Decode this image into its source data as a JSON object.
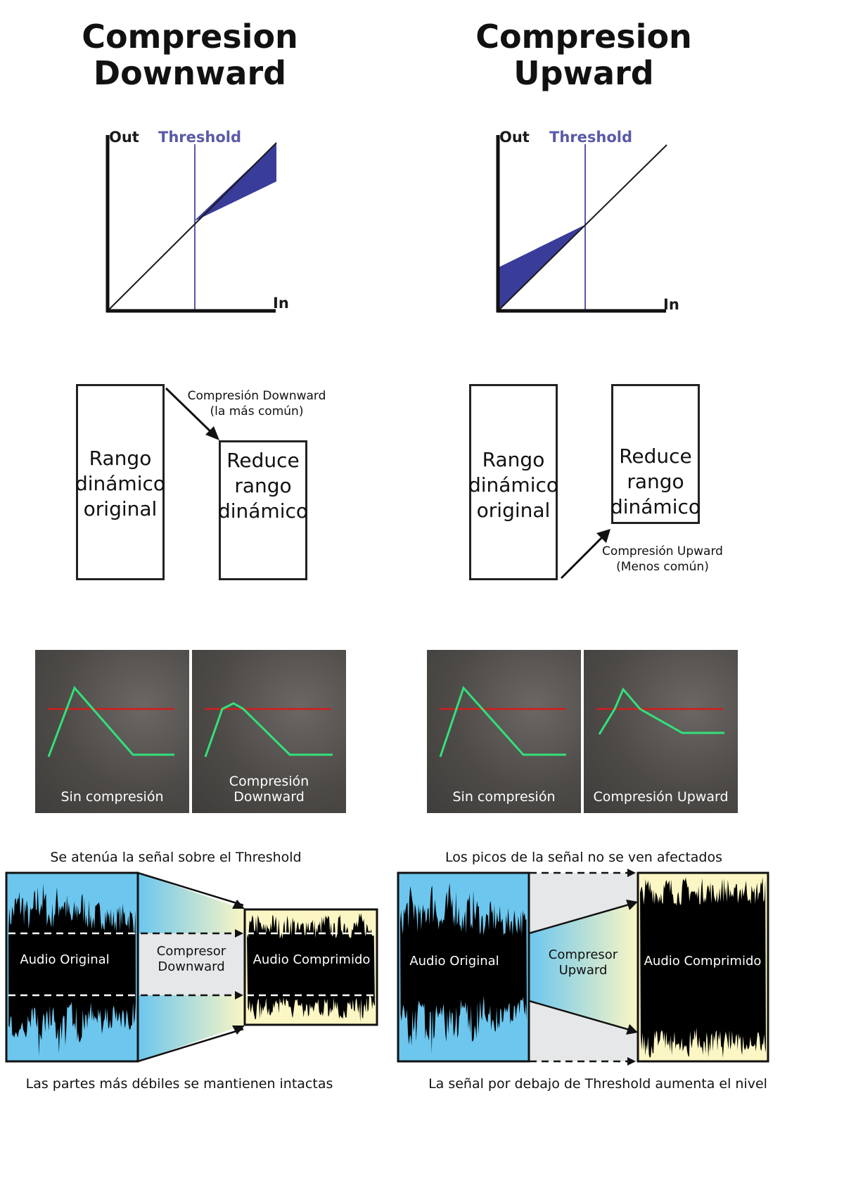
{
  "left": {
    "title_line1": "Compresion",
    "title_line2": "Downward",
    "graph": {
      "out": "Out",
      "threshold": "Threshold",
      "in": "In"
    },
    "boxes": {
      "original": [
        "Rango",
        "dinámico",
        "original"
      ],
      "reduced": [
        "Reduce",
        "rango",
        "dinámico"
      ],
      "arrow_label_1": "Compresión Downward",
      "arrow_label_2": "(la más común)"
    },
    "panels": {
      "a": "Sin compresión",
      "b": "Compresión Downward"
    },
    "wave": {
      "top_sentence": "Se atenúa la señal sobre el Threshold",
      "original": "Audio Original",
      "comp_1": "Compresor",
      "comp_2": "Downward",
      "compressed": "Audio Comprimido",
      "bottom_sentence": "Las partes más débiles se mantienen intactas"
    }
  },
  "right": {
    "title_line1": "Compresion",
    "title_line2": "Upward",
    "graph": {
      "out": "Out",
      "threshold": "Threshold",
      "in": "In"
    },
    "boxes": {
      "original": [
        "Rango",
        "dinámico",
        "original"
      ],
      "reduced": [
        "Reduce",
        "rango",
        "dinámico"
      ],
      "arrow_label_1": "Compresión Upward",
      "arrow_label_2": "(Menos común)"
    },
    "panels": {
      "a": "Sin compresión",
      "b": "Compresión Upward"
    },
    "wave": {
      "top_sentence": "Los picos de la señal no se ven afectados",
      "original": "Audio Original",
      "comp_1": "Compresor",
      "comp_2": "Upward",
      "compressed": "Audio Comprimido",
      "bottom_sentence": "La señal por debajo de Threshold aumenta el nivel"
    }
  },
  "colors": {
    "threshold_blue": "#5a5aa8",
    "fill_blue": "#3a3c9a",
    "signal_green": "#33e07a",
    "threshold_red": "#d41c1c",
    "wave_blue": "#6cc6ee",
    "wave_yellow": "#fbf6c4",
    "compressor_gray": "#e6e7e8"
  }
}
